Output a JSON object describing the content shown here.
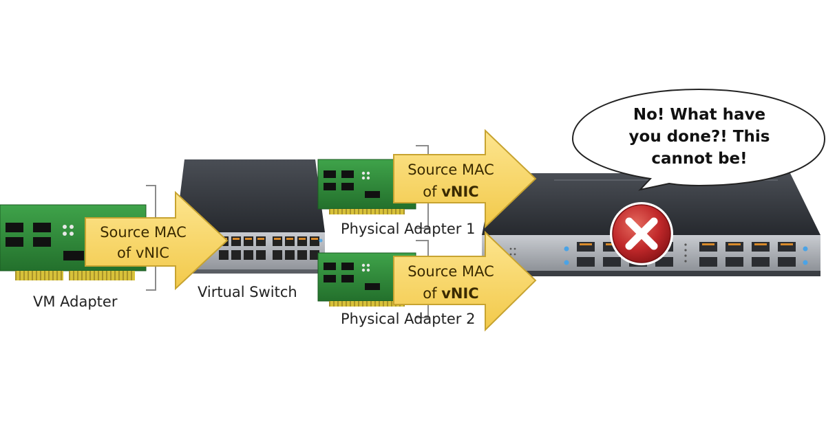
{
  "labels": {
    "vm_adapter": "VM Adapter",
    "virtual_switch": "Virtual Switch",
    "physical_adapter_1": "Physical Adapter 1",
    "physical_adapter_2": "Physical Adapter 2"
  },
  "arrows": {
    "vm_to_switch": {
      "line1": "Source MAC",
      "line2": "of vNIC"
    },
    "pa1_to_switch": {
      "line1": "Source MAC",
      "line2_prefix": "of ",
      "line2_bold": "vNIC"
    },
    "pa2_to_switch": {
      "line1": "Source MAC",
      "line2_prefix": "of ",
      "line2_bold": "vNIC"
    }
  },
  "speech_bubble": {
    "line1": "No! What have",
    "line2": "you done?! This",
    "line3": "cannot be!"
  },
  "icons": {
    "error": "error-x-icon"
  },
  "colors": {
    "arrow_fill": "#f9d76a",
    "arrow_stroke": "#c7a330",
    "pcb_green": "#2f8a3a",
    "error_red": "#c0282a"
  }
}
